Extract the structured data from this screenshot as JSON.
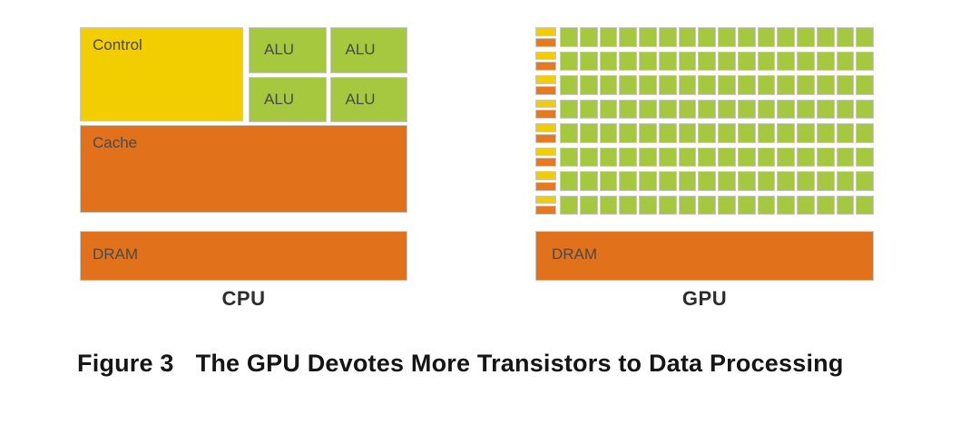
{
  "palette": {
    "control_yellow": "#f2cd00",
    "alu_green": "#a6c83f",
    "memory_orange": "#e2711c",
    "gpu_cache_orange": "#e8791f",
    "box_border": "#c9c9c3",
    "box_label_text": "#4a4a4a",
    "chip_label_text": "#2d2d2d",
    "caption_text": "#151515"
  },
  "cpu": {
    "title": "CPU",
    "control": {
      "label": "Control"
    },
    "alus": [
      "ALU",
      "ALU",
      "ALU",
      "ALU"
    ],
    "cache": {
      "label": "Cache"
    },
    "dram": {
      "label": "DRAM"
    }
  },
  "gpu": {
    "title": "GPU",
    "core_rows": 8,
    "alu_columns": 16,
    "dram": {
      "label": "DRAM"
    }
  },
  "caption": {
    "figure_label": "Figure 3",
    "title": "The GPU Devotes More Transistors to Data Processing"
  }
}
